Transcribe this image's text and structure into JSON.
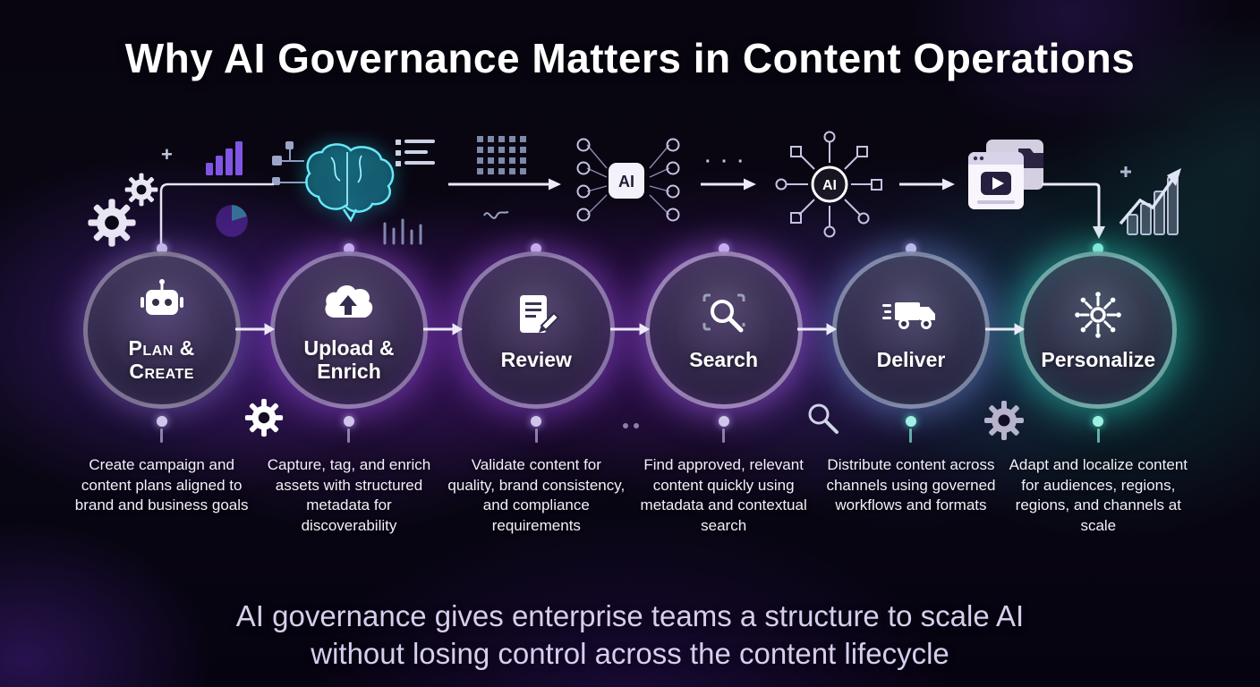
{
  "title": "Why AI Governance Matters in Content Operations",
  "ai_chip_label": "AI",
  "ai_hub_label": "AI",
  "decor": {
    "plus": "+",
    "dots": "· · ·"
  },
  "steps": [
    {
      "label": "Plan & Create",
      "icon": "robot-icon",
      "description": "Create campaign and content plans aligned to brand and business goals"
    },
    {
      "label": "Upload & Enrich",
      "icon": "cloud-upload-icon",
      "description": "Capture, tag, and enrich assets with structured metadata for discoverability"
    },
    {
      "label": "Review",
      "icon": "document-edit-icon",
      "description": "Validate content for quality, brand consistency, and compliance requirements"
    },
    {
      "label": "Search",
      "icon": "search-icon",
      "description": "Find approved, relevant content quickly using metadata and contextual search"
    },
    {
      "label": "Deliver",
      "icon": "delivery-truck-icon",
      "description": "Distribute content across channels using governed workflows and formats"
    },
    {
      "label": "Personalize",
      "icon": "personalize-hub-icon",
      "description": "Adapt and localize content for audiences, regions, regions, and channels at scale"
    }
  ],
  "footer": {
    "line1": "AI governance gives enterprise teams a structure to scale AI",
    "line2": "without losing control across the content lifecycle"
  },
  "colors": {
    "background": "#080510",
    "purple_accent": "#a855f7",
    "teal_accent": "#2dd4bf",
    "text": "#ffffff",
    "footer_text": "#d8cdee"
  }
}
